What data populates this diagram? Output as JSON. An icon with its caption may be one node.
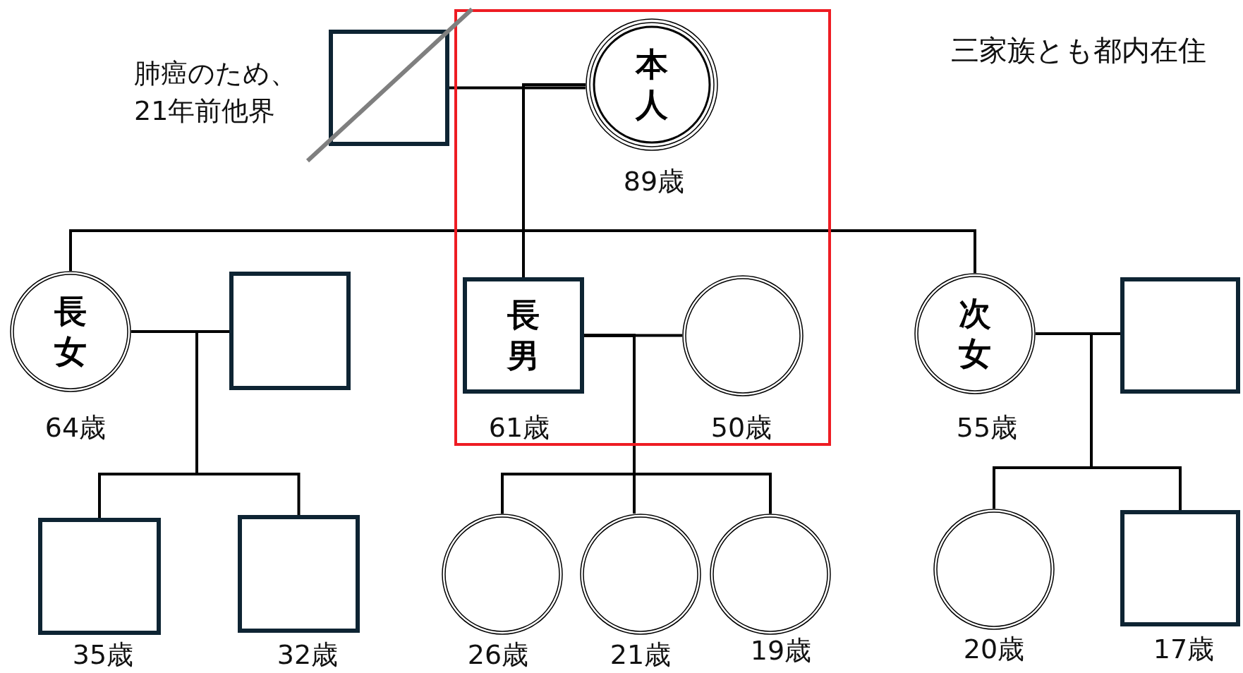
{
  "diagram": {
    "nodes": [
      {
        "text": [],
        "shape": "box"
      },
      {
        "text": [],
        "shape": "box",
        "beside": [
          "肺癌のため、21年前他界"
        ]
      },
      {
        "text": [
          "本人"
        ],
        "in": 0,
        "beside": [
          "89歳"
        ]
      },
      {
        "text": [
          "長女"
        ],
        "beside": [
          "64歳"
        ]
      },
      {
        "text": [],
        "shape": "box"
      },
      {
        "text": [
          "長男"
        ],
        "in": 0,
        "beside": [
          "61歳"
        ]
      },
      {
        "text": [],
        "shape": "circle",
        "in": 0,
        "beside": [
          "50歳"
        ]
      },
      {
        "text": [
          "次女"
        ],
        "beside": [
          "55歳"
        ]
      },
      {
        "text": [],
        "shape": "box"
      },
      {
        "text": [],
        "shape": "box",
        "beside": [
          "35歳"
        ]
      },
      {
        "text": [],
        "shape": "box",
        "beside": [
          "32歳"
        ]
      },
      {
        "text": [],
        "shape": "circle",
        "beside": [
          "26歳"
        ]
      },
      {
        "text": [],
        "shape": "circle",
        "beside": [
          "21歳"
        ]
      },
      {
        "text": [],
        "shape": "circle",
        "beside": [
          "19歳"
        ]
      },
      {
        "text": [],
        "shape": "circle",
        "beside": [
          "20歳"
        ]
      },
      {
        "text": [],
        "shape": "box",
        "beside": [
          "17歳"
        ]
      }
    ],
    "edges": [
      {
        "from": 1,
        "to": 2,
        "arrow": "none"
      },
      {
        "from": 2,
        "to": 3,
        "arrow": "none"
      },
      {
        "from": 2,
        "to": 5,
        "arrow": "none"
      },
      {
        "from": 2,
        "to": 7,
        "arrow": "none"
      },
      {
        "from": 3,
        "to": 4,
        "arrow": "none"
      },
      {
        "from": 3,
        "to": 9,
        "arrow": "none"
      },
      {
        "from": 3,
        "to": 10,
        "arrow": "none"
      },
      {
        "from": 5,
        "to": 6,
        "arrow": "none"
      },
      {
        "from": 5,
        "to": 11,
        "arrow": "none"
      },
      {
        "from": 5,
        "to": 12,
        "arrow": "none"
      },
      {
        "from": 5,
        "to": 13,
        "arrow": "none"
      },
      {
        "from": 7,
        "to": 8,
        "arrow": "none"
      },
      {
        "from": 7,
        "to": 14,
        "arrow": "none"
      },
      {
        "from": 7,
        "to": 15,
        "arrow": "none"
      }
    ],
    "labels": [
      "三家族とも都内在住"
    ]
  }
}
